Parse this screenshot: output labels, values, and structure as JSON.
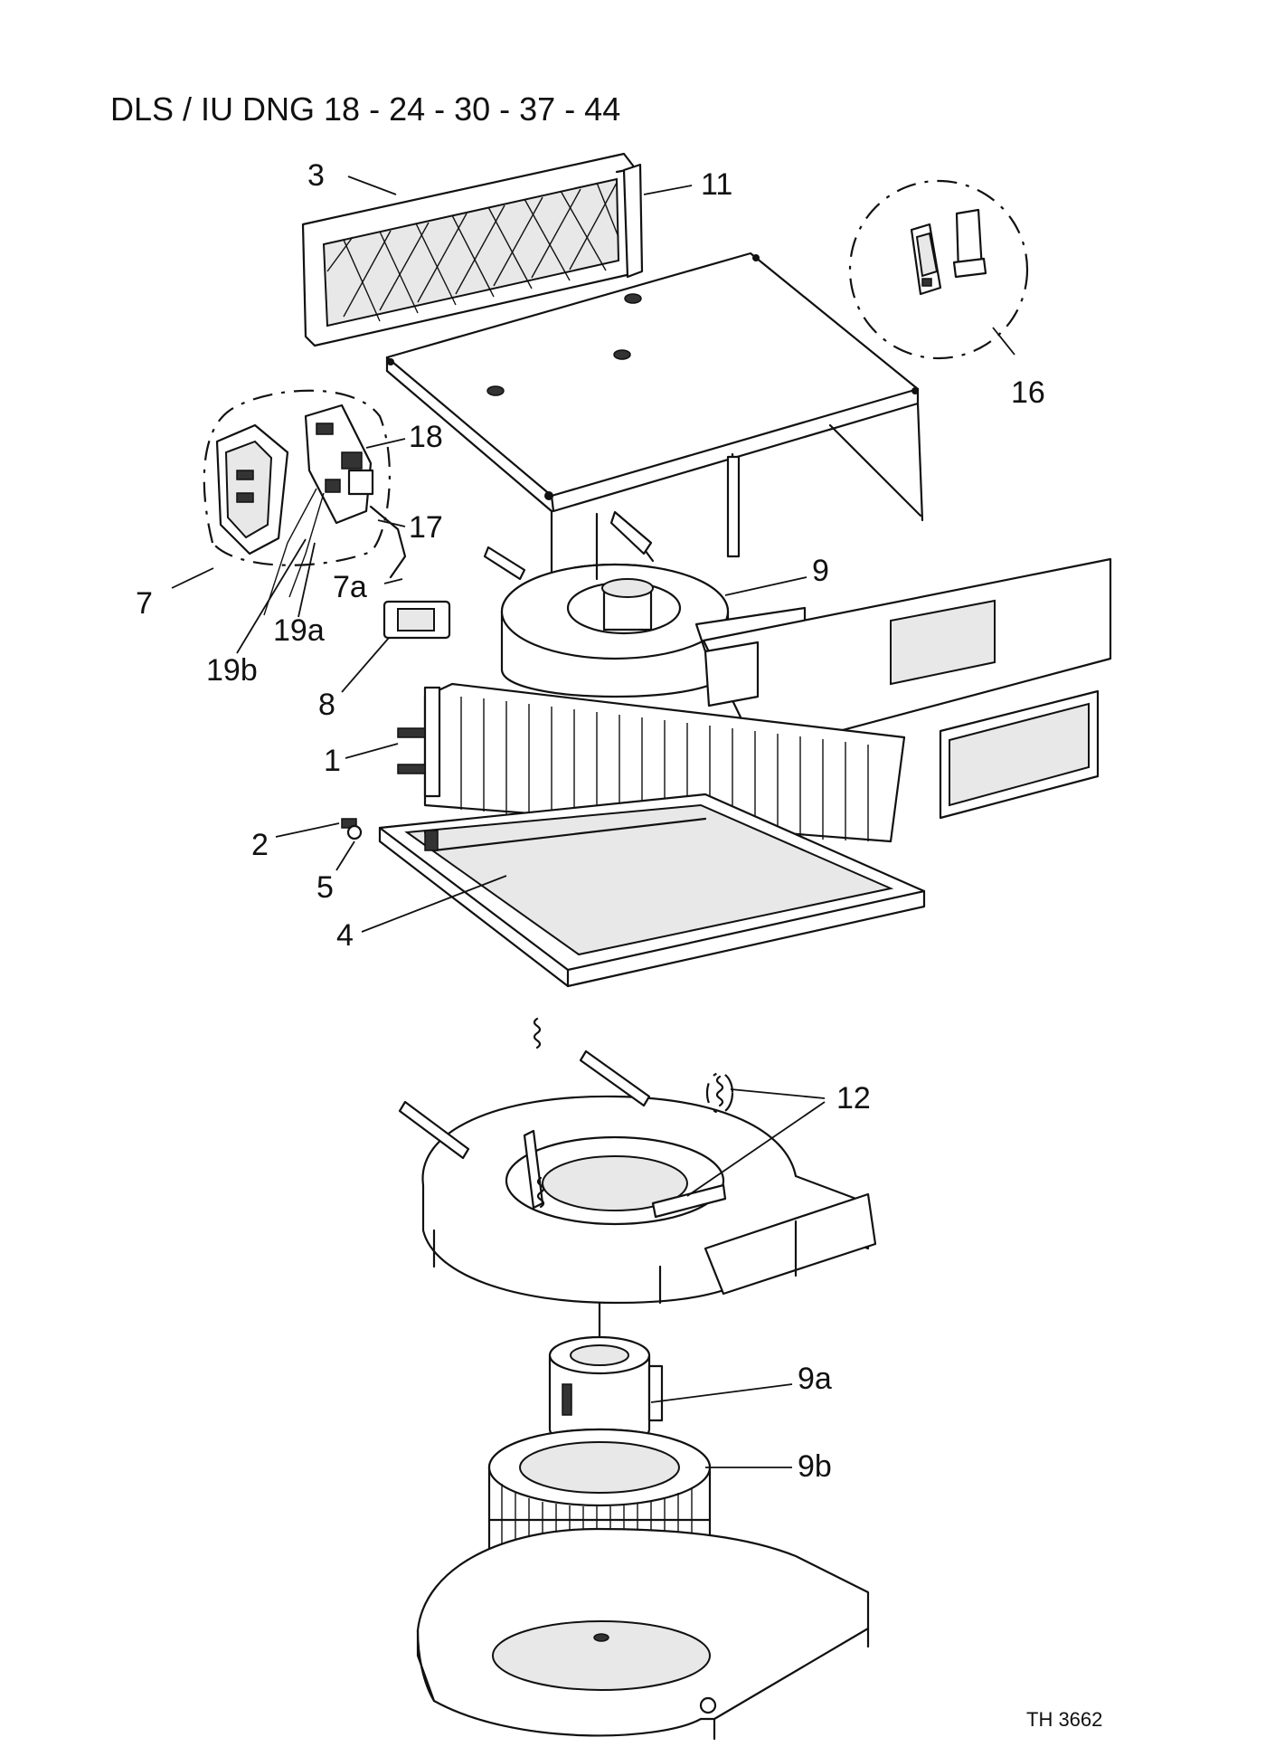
{
  "title": "DLS / IU DNG 18 - 24 - 30 - 37 - 44",
  "drawing_ref": "TH 3662",
  "callouts": [
    "3",
    "11",
    "16",
    "18",
    "17",
    "7",
    "7a",
    "19a",
    "19b",
    "8",
    "9",
    "1",
    "2",
    "5",
    "4",
    "12",
    "9a",
    "9b"
  ]
}
